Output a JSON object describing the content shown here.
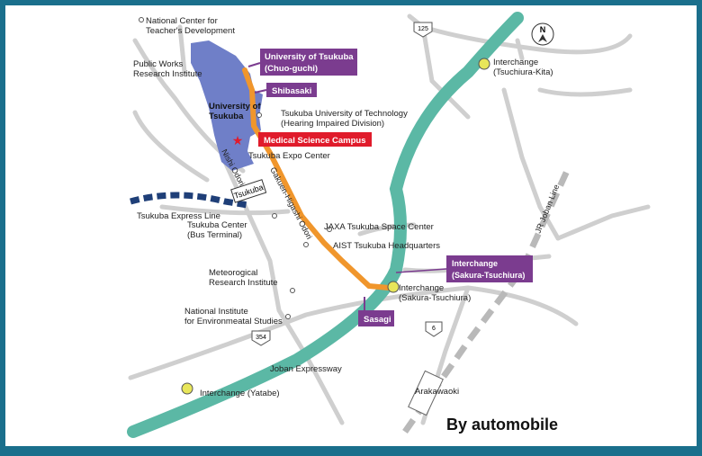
{
  "colors": {
    "frame": "#1a6f8c",
    "expressway": "#5bb8a5",
    "route": "#f0962c",
    "campus": "#6f7fc8",
    "purple_label": "#7b3c8f",
    "red_label": "#e01b2b",
    "interchange_dot": "#e8e65a",
    "road": "#cfcfcf",
    "rail": "#1f3f78"
  },
  "title": "By automobile",
  "compass": "N",
  "road_shields": {
    "r125": "125",
    "r354": "354",
    "r6": "6"
  },
  "labels": {
    "national_center": "National Center for\nTeacher's Development",
    "public_works": "Public Works\nResearch Institute",
    "univ_tsukuba": "University of\nTsukuba",
    "univ_tech": "Tsukuba University of Technology\n(Hearing Impaired Division)",
    "expo_center": "Tsukuba Expo Center",
    "nishi_odori": "Nishi Odori",
    "gakuen": "Gakuen-Higashi Odori",
    "express_line": "Tsukuba Express Line",
    "tsukuba_station": "Tsukuba",
    "tsukuba_center": "Tsukuba Center\n(Bus Terminal)",
    "jaxa": "JAXA Tsukuba Space Center",
    "aist": "AIST Tsukuba Headquarters",
    "meteo": "Meteorogical\nResearch Institute",
    "nies": "National Institute\nfor Environmeatal Studies",
    "joban_expressway": "Joban Expressway",
    "ic_yatabe": "Interchange (Yatabe)",
    "ic_sakura": "Interchange\n(Sakura-Tsuchiura)",
    "ic_tsuchiura": "Interchange\n(Tsuchiura-Kita)",
    "arakawaoki": "Arakawaoki",
    "jr_joban": "JR Joban Line"
  },
  "boxes": {
    "chuo_guchi": "University of Tsukuba\n(Chuo-guchi)",
    "shibasaki": "Shibasaki",
    "medical": "Medical Science Campus",
    "ic_sakura_box": "Interchange\n(Sakura-Tsuchiura)",
    "sasagi": "Sasagi"
  }
}
